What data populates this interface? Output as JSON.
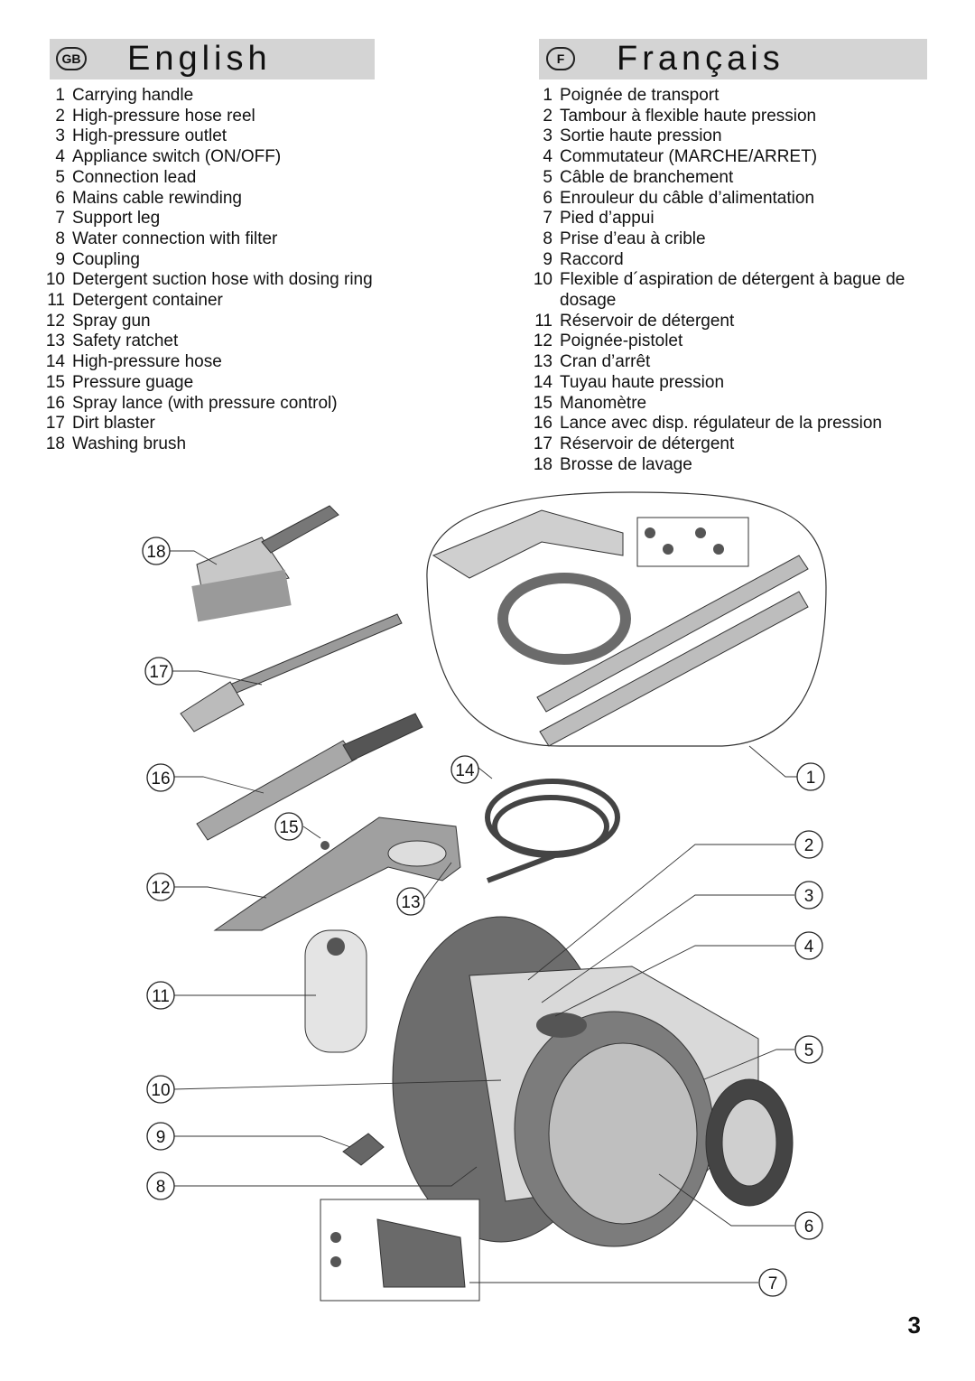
{
  "english": {
    "badge": "GB",
    "title": "English",
    "parts": [
      {
        "num": "1",
        "label": "Carrying handle"
      },
      {
        "num": "2",
        "label": "High-pressure hose reel"
      },
      {
        "num": "3",
        "label": "High-pressure outlet"
      },
      {
        "num": "4",
        "label": "Appliance switch (ON/OFF)"
      },
      {
        "num": "5",
        "label": "Connection lead"
      },
      {
        "num": "6",
        "label": "Mains cable rewinding"
      },
      {
        "num": "7",
        "label": "Support leg"
      },
      {
        "num": "8",
        "label": "Water connection with filter"
      },
      {
        "num": "9",
        "label": "Coupling"
      },
      {
        "num": "10",
        "label": "Detergent suction hose with dosing ring"
      },
      {
        "num": "11",
        "label": "Detergent container"
      },
      {
        "num": "12",
        "label": "Spray gun"
      },
      {
        "num": "13",
        "label": "Safety ratchet"
      },
      {
        "num": "14",
        "label": "High-pressure hose"
      },
      {
        "num": "15",
        "label": "Pressure guage"
      },
      {
        "num": "16",
        "label": "Spray lance (with pressure control)"
      },
      {
        "num": "17",
        "label": "Dirt blaster"
      },
      {
        "num": "18",
        "label": "Washing brush"
      }
    ]
  },
  "french": {
    "badge": "F",
    "title": "Français",
    "parts": [
      {
        "num": "1",
        "label": "Poignée de transport"
      },
      {
        "num": "2",
        "label": "Tambour à flexible haute pression"
      },
      {
        "num": "3",
        "label": "Sortie haute pression"
      },
      {
        "num": "4",
        "label": "Commutateur (MARCHE/ARRET)"
      },
      {
        "num": "5",
        "label": "Câble de branchement"
      },
      {
        "num": "6",
        "label": "Enrouleur du câble d’alimentation"
      },
      {
        "num": "7",
        "label": "Pied d’appui"
      },
      {
        "num": "8",
        "label": "Prise d’eau à crible"
      },
      {
        "num": "9",
        "label": "Raccord"
      },
      {
        "num": "10",
        "label": "Flexible d´aspiration de détergent à bague de dosage"
      },
      {
        "num": "11",
        "label": "Réservoir de détergent"
      },
      {
        "num": "12",
        "label": "Poignée-pistolet"
      },
      {
        "num": "13",
        "label": "Cran d’arrêt"
      },
      {
        "num": "14",
        "label": "Tuyau haute pression"
      },
      {
        "num": "15",
        "label": "Manomètre"
      },
      {
        "num": "16",
        "label": "Lance avec disp. régulateur  de la pression"
      },
      {
        "num": "17",
        "label": "Réservoir de détergent"
      },
      {
        "num": "18",
        "label": "Brosse de lavage"
      }
    ]
  },
  "callouts": [
    "1",
    "2",
    "3",
    "4",
    "5",
    "6",
    "7",
    "8",
    "9",
    "10",
    "11",
    "12",
    "13",
    "14",
    "15",
    "16",
    "17",
    "18"
  ],
  "page_number": "3"
}
